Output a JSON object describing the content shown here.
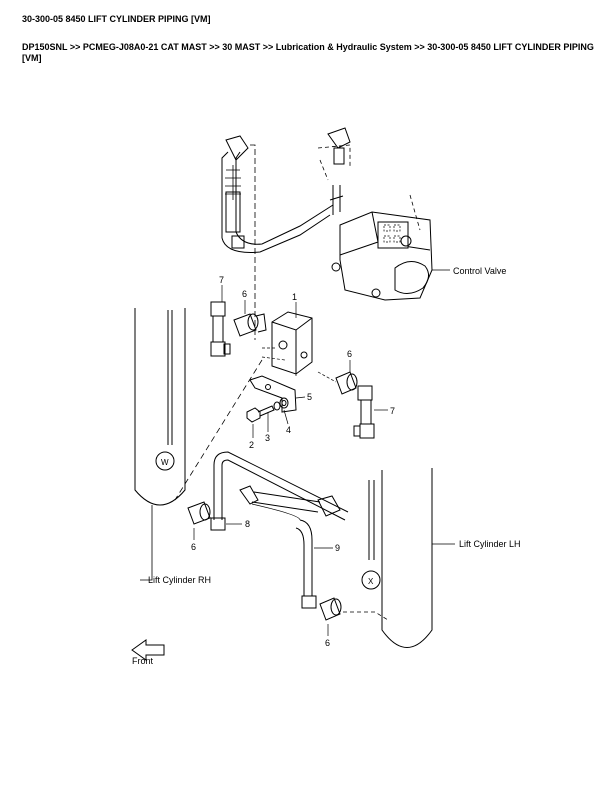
{
  "page": {
    "title": "30-300-05 8450 LIFT CYLINDER PIPING [VM]",
    "breadcrumb": "DP150SNL >> PCMEG-J08A0-21 CAT MAST >> 30 MAST >> Lubrication & Hydraulic System >> 30-300-05 8450 LIFT CYLINDER PIPING [VM]"
  },
  "diagram": {
    "labels": {
      "control_valve": "Control Valve",
      "lift_cylinder_lh": "Lift  Cylinder LH",
      "lift_cylinder_rh": "Lift  Cylinder RH",
      "front": "Front"
    },
    "markers": {
      "w": "W",
      "x": "X"
    },
    "callouts": {
      "c1": "1",
      "c2": "2",
      "c3": "3",
      "c4": "4",
      "c5": "5",
      "c6a": "6",
      "c6b": "6",
      "c6c": "6",
      "c6d": "6",
      "c7a": "7",
      "c7b": "7",
      "c8": "8",
      "c9": "9"
    }
  }
}
